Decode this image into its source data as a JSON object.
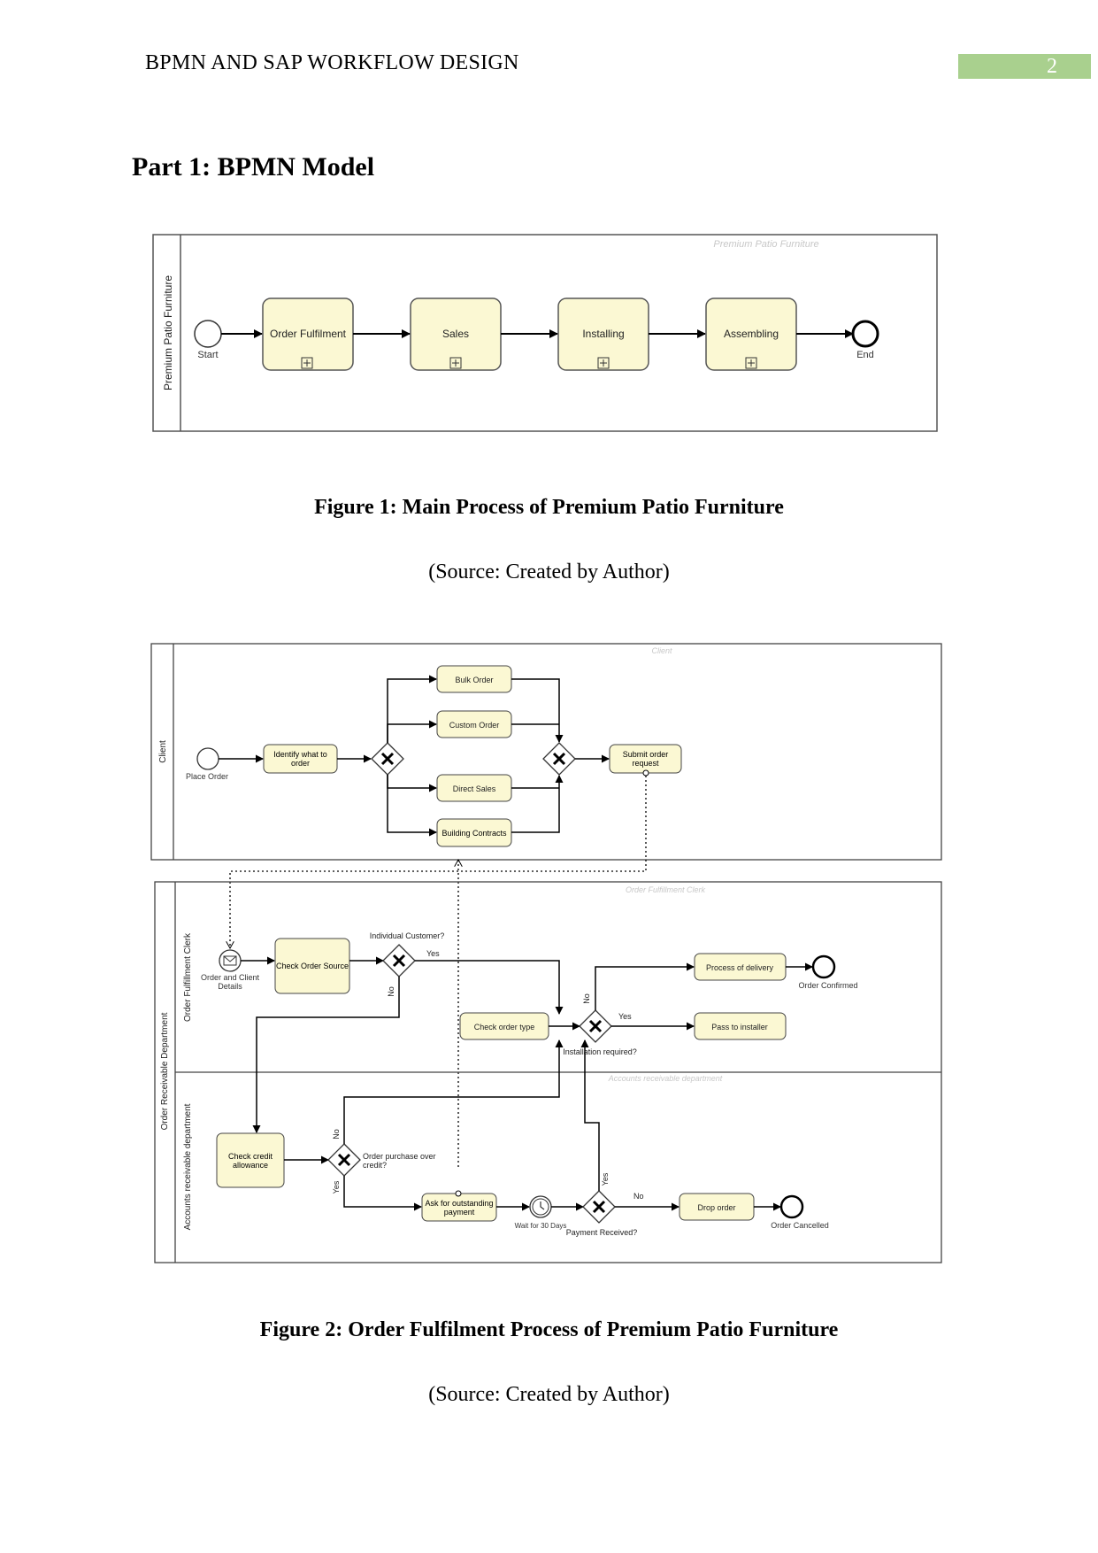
{
  "header": {
    "title": "BPMN AND SAP WORKFLOW DESIGN",
    "page_number": "2",
    "accent_color": "#a9d08e"
  },
  "section": {
    "heading": "Part 1: BPMN Model"
  },
  "figure1": {
    "pool_label": "Premium Patio Furniture",
    "pool_watermark": "Premium Patio Furniture",
    "start_label": "Start",
    "end_label": "End",
    "tasks": [
      "Order Fulfilment",
      "Sales",
      "Installing",
      "Assembling"
    ],
    "caption": "Figure 1: Main Process of Premium Patio Furniture",
    "source": "(Source: Created by Author)"
  },
  "figure2": {
    "client_pool": {
      "lane_label": "Client",
      "watermark": "Client",
      "start_label": "Place Order",
      "identify_task": "Identify what to order",
      "order_types": [
        "Bulk Order",
        "Custom Order",
        "Direct Sales",
        "Building Contracts"
      ],
      "submit_task": "Submit order request"
    },
    "dept_pool": {
      "pool_label": "Order Receivable Department",
      "lane1_label": "Order Fulfillment Clerk",
      "lane1_watermark": "Order Fulfillment Clerk",
      "lane2_label": "Accounts receivable department",
      "lane2_watermark": "Accounts receivable department",
      "message_start_label": "Order and Client Details",
      "check_source_task": "Check Order Source",
      "gateway_individual": "Individual Customer?",
      "check_type_task": "Check order type",
      "process_delivery_task": "Process of delivery",
      "order_confirmed": "Order Confirmed",
      "pass_installer_task": "Pass to installer",
      "gateway_installation": "Installation required?",
      "check_credit_task": "Check credit allowance",
      "gateway_credit": "Order purchase over credit?",
      "ask_payment_task": "Ask for outstanding payment",
      "timer_label": "Wait for 30 Days",
      "gateway_payment": "Payment Received?",
      "drop_task": "Drop order",
      "order_cancelled": "Order Cancelled",
      "yes": "Yes",
      "no": "No"
    },
    "caption": "Figure 2: Order Fulfilment Process of Premium Patio Furniture",
    "source": "(Source: Created by Author)"
  },
  "colors": {
    "task_fill": "#fbf8d3",
    "task_stroke": "#333333",
    "pool_stroke": "#555555"
  }
}
